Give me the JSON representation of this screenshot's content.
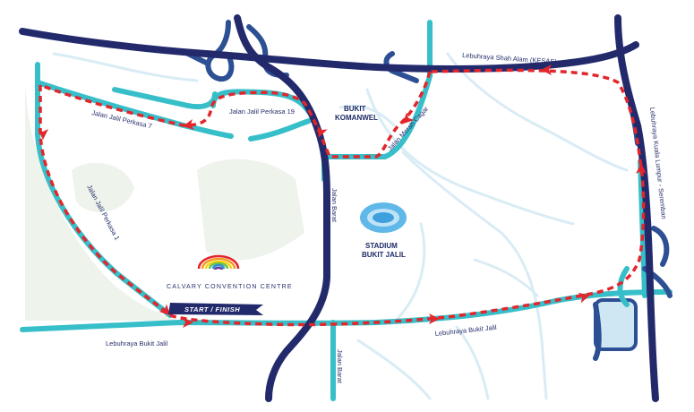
{
  "colors": {
    "background": "#ffffff",
    "park_green": "#eef3ec",
    "minor_road": "#d9ecf5",
    "road_cyan": "#37bfc9",
    "road_blue": "#2d4f93",
    "highway_navy": "#232a6c",
    "route_red": "#e2262c",
    "stadium_blue": "#5fb8e8",
    "lake_blue": "#cfe7f3"
  },
  "labels": {
    "lebuhraya_shah_alam": "Lebuhraya Shah Alam (KESAS)",
    "jalan_jalil_perkasa_19": "Jalan Jalil Perkasa 19",
    "jalan_jalil_perkasa_7": "Jalan Jalil Perkasa 7",
    "bukit_komanwel_line1": "BUKIT",
    "bukit_komanwel_line2": "KOMANWEL",
    "jalan_merah_cagar": "Jalan Merah Cagar",
    "lebuhraya_kuala_lumpur_seremban": "Lebuhraya Kuala Lumpur - Seremban",
    "jalan_jalil_perkasa_1": "Jalan Jalil Perkasa 1",
    "jalan_barat_upper": "Jalan Barat",
    "jalan_barat_lower": "Jalan Barat",
    "stadium_line1": "STADIUM",
    "stadium_line2": "BUKIT JALIL",
    "venue": "CALVARY CONVENTION CENTRE",
    "start_finish": "START / FINISH",
    "lebuhraya_bukit_jalil_left": "Lebuhraya Bukit Jalil",
    "lebuhraya_bukit_jalil_right": "Lebuhraya Bukit Jalil"
  },
  "icons": {
    "venue_logo": "rainbow-arc-logo-icon",
    "stadium": "stadium-icon",
    "direction_arrow": "arrowhead-icon"
  }
}
